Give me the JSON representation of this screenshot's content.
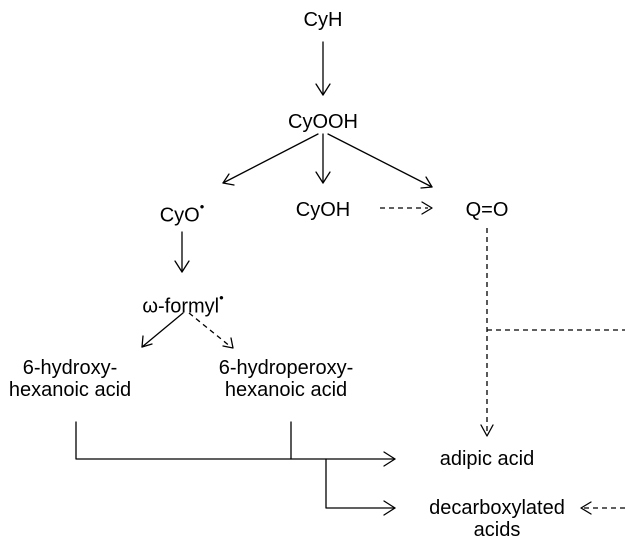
{
  "nodes": {
    "cyh": "CyH",
    "cyooh": "CyOOH",
    "cyo": "CyO",
    "cyoh": "CyOH",
    "qo": "Q=O",
    "formyl": "ω-formyl",
    "hydroxy_line1": "6-hydroxy-",
    "hydroxy_line2": "hexanoic acid",
    "hydroperoxy_line1": "6-hydroperoxy-",
    "hydroperoxy_line2": "hexanoic acid",
    "adipic": "adipic acid",
    "decarb_line1": "decarboxylated",
    "decarb_line2": "acids"
  },
  "radical_mark": "•",
  "colors": {
    "ink": "#000000",
    "background": "#ffffff"
  }
}
